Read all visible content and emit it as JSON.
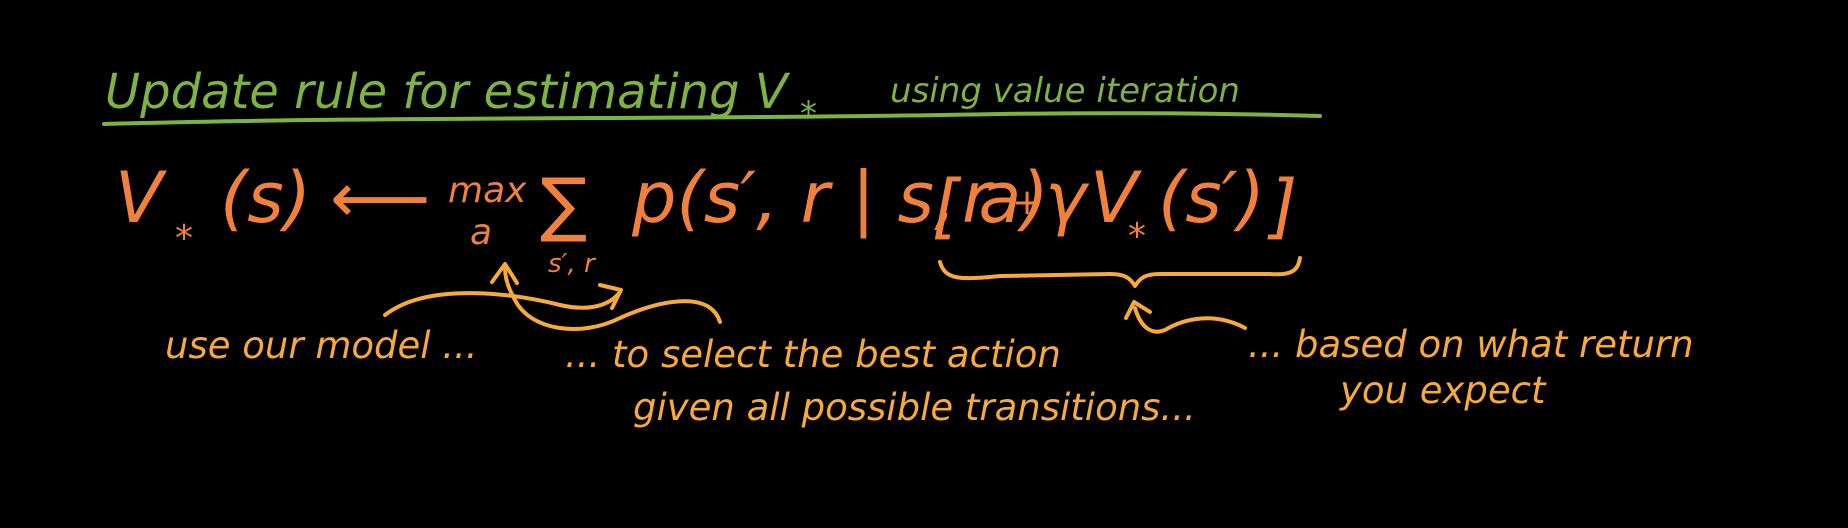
{
  "colors": {
    "background": "#000000",
    "title": "#7cb342",
    "equation": "#f0803c",
    "annotation": "#f7a93b"
  },
  "title": {
    "main": "Update rule for estimating V",
    "subscript": "*",
    "rest": "using value iteration"
  },
  "equation": {
    "lhs_v": "V",
    "lhs_star": "*",
    "lhs_s": "(s)",
    "arrow": "⟵",
    "max_label": "max",
    "max_sub": "a",
    "sum_symbol": "∑",
    "sum_sub": "s′, r",
    "prob": "p(s′, r | s, a)",
    "bracket_open": "[",
    "r": "r",
    "plus": "+",
    "gamma": "γ",
    "rhs_v": "V",
    "rhs_star": "*",
    "rhs_s": "(s′)",
    "bracket_close": "]"
  },
  "annotations": {
    "model": "use our model ...",
    "select_line1": "... to select the best action",
    "select_line2": "given all possible transitions...",
    "return_line1": "... based on what return",
    "return_line2": "you expect"
  }
}
